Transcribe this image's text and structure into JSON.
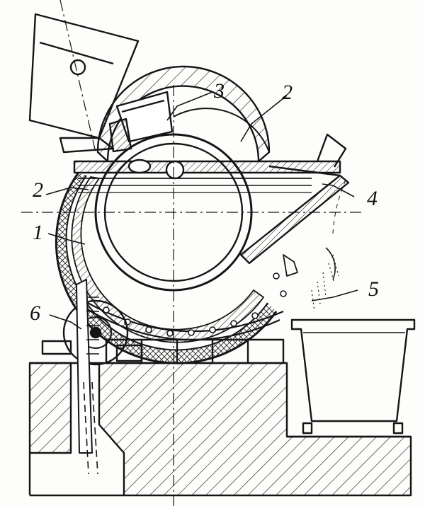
{
  "figure": {
    "labels": [
      "1",
      "2",
      "2",
      "3",
      "4",
      "5",
      "6"
    ]
  },
  "colors": {
    "ink": "#151515",
    "paper": "#fdfdfb"
  }
}
